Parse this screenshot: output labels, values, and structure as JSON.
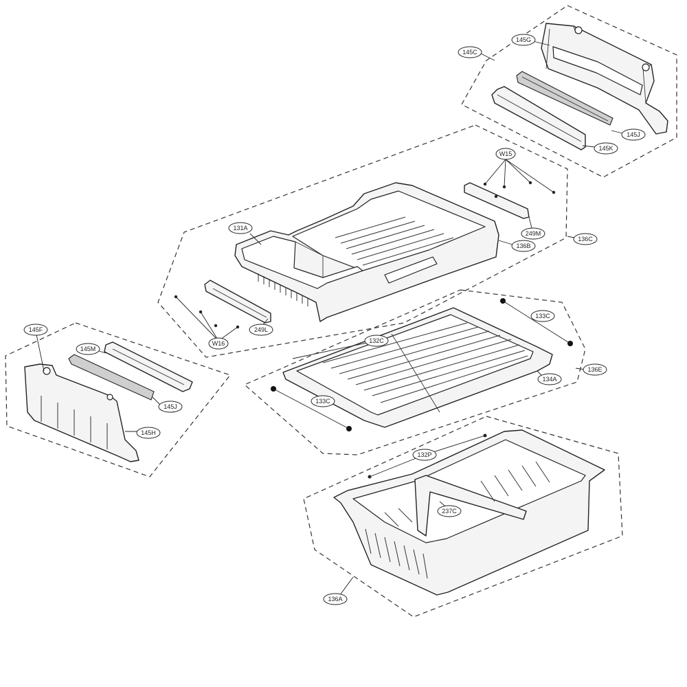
{
  "callouts": [
    {
      "id": "145C",
      "label": "145C"
    },
    {
      "id": "145G",
      "label": "145G"
    },
    {
      "id": "145J-top",
      "label": "145J"
    },
    {
      "id": "145K",
      "label": "145K"
    },
    {
      "id": "W15",
      "label": "W15"
    },
    {
      "id": "249M",
      "label": "249M"
    },
    {
      "id": "136C",
      "label": "136C"
    },
    {
      "id": "131A",
      "label": "131A"
    },
    {
      "id": "136B",
      "label": "136B"
    },
    {
      "id": "249L",
      "label": "249L"
    },
    {
      "id": "W16",
      "label": "W16"
    },
    {
      "id": "133C-top",
      "label": "133C"
    },
    {
      "id": "132C",
      "label": "132C"
    },
    {
      "id": "136E",
      "label": "136E"
    },
    {
      "id": "134A",
      "label": "134A"
    },
    {
      "id": "133C-bottom",
      "label": "133C"
    },
    {
      "id": "145F",
      "label": "145F"
    },
    {
      "id": "145M",
      "label": "145M"
    },
    {
      "id": "145J-left",
      "label": "145J"
    },
    {
      "id": "145H",
      "label": "145H"
    },
    {
      "id": "132P",
      "label": "132P"
    },
    {
      "id": "237C",
      "label": "237C"
    },
    {
      "id": "136A",
      "label": "136A"
    }
  ]
}
